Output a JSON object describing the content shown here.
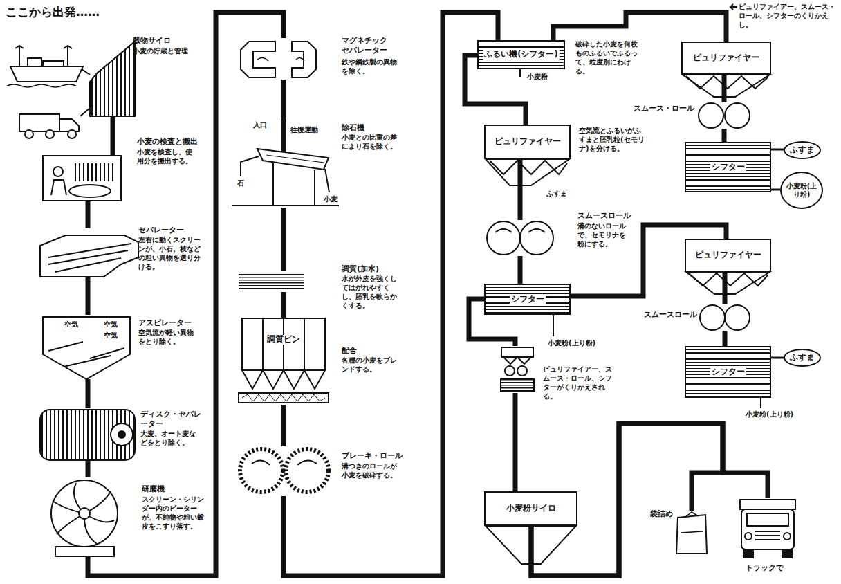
{
  "diagram": {
    "title": "ここから出発……",
    "nodes": [
      {
        "text": [
          "穀物サイロ",
          "小麦の貯蔵と管理"
        ]
      },
      {
        "text": [
          "小麦の検査と搬出",
          "小麦を検査し、使用分を搬出する。"
        ]
      },
      {
        "text": [
          "セパレーター",
          "左右に動くスクリーンが、小石、枝などの粗い異物を選り分ける。"
        ]
      },
      {
        "text": [
          "アスピレーター",
          "空気流が軽い異物をとり除く。"
        ]
      },
      {
        "text": [
          "ディスク・セパレーター",
          "大麦、オート麦などをとり除く。"
        ]
      },
      {
        "text": [
          "研磨機",
          "スクリーン・シリンダー内のビーターが、不純物や粗い穀皮をこすり落す。"
        ]
      },
      {
        "text": [
          "マグネチックセパレーター",
          "鉄や鋼鉄製の異物を除く。"
        ]
      },
      {
        "text": [
          "除石機",
          "小麦との比重の差により石を除く。"
        ]
      },
      {
        "text": [
          "調質(加水)",
          "水が外皮を強くしてはがれやすくし、胚乳を軟らかくする。"
        ]
      },
      {
        "text": [
          "調質ビン",
          "配合",
          "各種の小麦をブレンドする。"
        ]
      },
      {
        "text": [
          "ブレーキ・ロール",
          "溝つきのロールが小麦を破砕する。"
        ]
      },
      {
        "text": [
          "ふるい機(シフター)",
          "破砕した小麦を何枚ものふるいでふるって、粒度別にわける。"
        ]
      },
      {
        "text": [
          "ピュリファイヤー",
          "空気流とふるいがふすまと胚乳粒(セモリナ)を分ける。"
        ]
      },
      {
        "text": [
          "スムースロール",
          "溝のないロールで、セモリナを粉にする。"
        ]
      },
      {
        "text": [
          "シフター"
        ]
      },
      {
        "text": [
          "ピュリファイアー、スムース・ロール、シフターがくりかえされる。"
        ]
      },
      {
        "text": [
          "小麦粉サイロ"
        ]
      },
      {
        "text": [
          "ピュリファイヤー"
        ]
      },
      {
        "text": [
          "スムース・ロール"
        ]
      },
      {
        "text": [
          "シフター"
        ]
      },
      {
        "text": [
          "ふすま"
        ]
      },
      {
        "text": [
          "小麦粉(上り粉)"
        ]
      },
      {
        "text": [
          "ピュリファイヤー"
        ]
      },
      {
        "text": [
          "スムースロール"
        ]
      },
      {
        "text": [
          "シフター"
        ]
      },
      {
        "text": [
          "ふすま"
        ]
      },
      {
        "text": [
          "袋詰め"
        ]
      },
      {
        "text": [
          "トラックで"
        ]
      }
    ],
    "edges": [
      {
        "from": 0,
        "to": 1,
        "arrow": "none"
      },
      {
        "from": 1,
        "to": 2,
        "arrow": "none"
      },
      {
        "from": 2,
        "to": 3,
        "arrow": "none"
      },
      {
        "from": 3,
        "to": 4,
        "arrow": "none"
      },
      {
        "from": 4,
        "to": 5,
        "arrow": "none"
      },
      {
        "from": 5,
        "to": 6,
        "arrow": "none"
      },
      {
        "from": 6,
        "to": 7,
        "arrow": "none"
      },
      {
        "from": 7,
        "to": 8,
        "arrow": "none"
      },
      {
        "from": 8,
        "to": 9,
        "arrow": "none"
      },
      {
        "from": 9,
        "to": 10,
        "arrow": "none"
      },
      {
        "from": 10,
        "to": 11,
        "arrow": "none"
      },
      {
        "from": 11,
        "to": 12,
        "arrow": "none"
      },
      {
        "from": 11,
        "to": 17,
        "arrow": "none"
      },
      {
        "from": 12,
        "to": 13,
        "arrow": "none"
      },
      {
        "from": 13,
        "to": 14,
        "arrow": "none"
      },
      {
        "from": 14,
        "to": 15,
        "arrow": "none"
      },
      {
        "from": 14,
        "to": 22,
        "arrow": "none"
      },
      {
        "from": 15,
        "to": 16,
        "arrow": "none"
      },
      {
        "from": 16,
        "to": 26,
        "arrow": "none"
      },
      {
        "from": 16,
        "to": 27,
        "arrow": "none"
      },
      {
        "from": 17,
        "to": 18,
        "arrow": "none"
      },
      {
        "from": 18,
        "to": 19,
        "arrow": "none"
      },
      {
        "from": 19,
        "to": 20,
        "arrow": "none"
      },
      {
        "from": 19,
        "to": 21,
        "arrow": "none"
      },
      {
        "from": 22,
        "to": 23,
        "arrow": "none"
      },
      {
        "from": 23,
        "to": 24,
        "arrow": "none"
      },
      {
        "from": 24,
        "to": 25,
        "arrow": "none"
      }
    ],
    "labels": [
      "空気",
      "空気",
      "空気",
      "入口",
      "往復運動",
      "石",
      "小麦",
      "小麦粉",
      "ふすま",
      "小麦粉(上り粉)",
      "ピュリファイアー、スムース・ロール、シフターのくりかえし。",
      "小麦粉(上り粉)"
    ]
  }
}
